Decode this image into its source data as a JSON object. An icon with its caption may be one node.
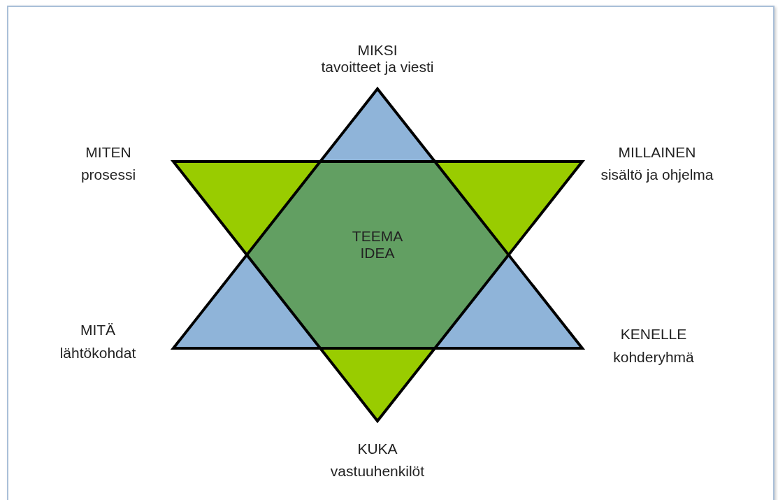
{
  "diagram": {
    "labels": [
      "MIKSI",
      "tavoitteet ja viesti",
      "MITEN",
      "prosessi",
      "MILLAINEN",
      "sisältö ja ohjelma",
      "TEEMA IDEA",
      "MITÄ",
      "lähtökohdat",
      "KENELLE",
      "kohderyhmä",
      "KUKA",
      "vastuuhenkilöt"
    ]
  }
}
